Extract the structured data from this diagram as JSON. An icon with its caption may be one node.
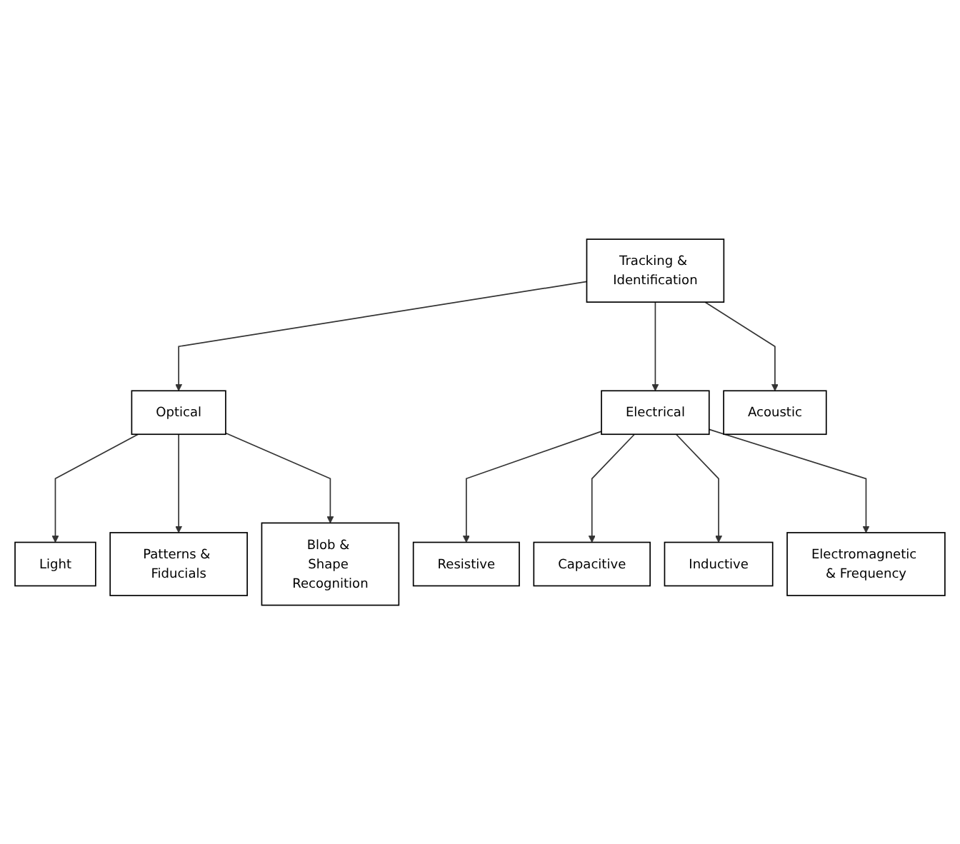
{
  "diagram": {
    "nodes": [
      {
        "text": [
          "Tracking & Identification"
        ]
      },
      {
        "text": [
          "Optical"
        ]
      },
      {
        "text": [
          "Electrical"
        ]
      },
      {
        "text": [
          "Acoustic"
        ]
      },
      {
        "text": [
          "Light"
        ]
      },
      {
        "text": [
          "Patterns & Fiducials"
        ]
      },
      {
        "text": [
          "Blob & Shape Recognition"
        ]
      },
      {
        "text": [
          "Resistive"
        ]
      },
      {
        "text": [
          "Capacitive"
        ]
      },
      {
        "text": [
          "Inductive"
        ]
      },
      {
        "text": [
          "Electromagnetic & Frequency"
        ]
      }
    ],
    "edges": [
      {
        "from": 0,
        "to": 1,
        "arrow": "to"
      },
      {
        "from": 0,
        "to": 2,
        "arrow": "to"
      },
      {
        "from": 0,
        "to": 3,
        "arrow": "to"
      },
      {
        "from": 1,
        "to": 4,
        "arrow": "to"
      },
      {
        "from": 1,
        "to": 5,
        "arrow": "to"
      },
      {
        "from": 1,
        "to": 6,
        "arrow": "to"
      },
      {
        "from": 2,
        "to": 7,
        "arrow": "to"
      },
      {
        "from": 2,
        "to": 8,
        "arrow": "to"
      },
      {
        "from": 2,
        "to": 9,
        "arrow": "to"
      },
      {
        "from": 2,
        "to": 10,
        "arrow": "to"
      }
    ]
  }
}
